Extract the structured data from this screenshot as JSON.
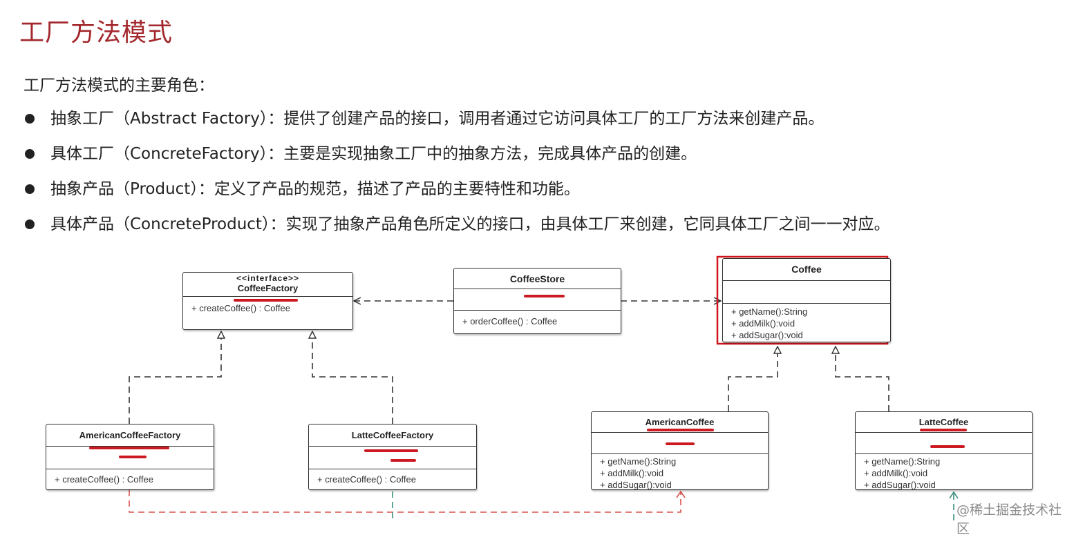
{
  "page": {
    "title": "工厂方法模式",
    "intro": "工厂方法模式的主要角色：",
    "roles": [
      {
        "text": "抽象工厂（Abstract Factory）：提供了创建产品的接口，调用者通过它访问具体工厂的工厂方法来创建产品。"
      },
      {
        "text": "具体工厂（ConcreteFactory）：主要是实现抽象工厂中的抽象方法，完成具体产品的创建。"
      },
      {
        "text": "抽象产品（Product）：定义了产品的规范，描述了产品的主要特性和功能。"
      },
      {
        "text": "具体产品（ConcreteProduct）：实现了抽象产品角色所定义的接口，由具体工厂来创建，它同具体工厂之间一一对应。"
      }
    ]
  },
  "diagram": {
    "coffee_factory": {
      "stereotype": "<<interface>>",
      "name": "CoffeeFactory",
      "ops": [
        "+ createCoffee() : Coffee"
      ]
    },
    "coffee_store": {
      "name": "CoffeeStore",
      "ops": [
        "+ orderCoffee() : Coffee"
      ]
    },
    "coffee": {
      "name": "Coffee",
      "ops": [
        "+ getName():String",
        "+ addMilk():void",
        "+ addSugar():void"
      ]
    },
    "american_coffee_factory": {
      "name": "AmericanCoffeeFactory",
      "ops": [
        "+ createCoffee() : Coffee"
      ]
    },
    "latte_coffee_factory": {
      "name": "LatteCoffeeFactory",
      "ops": [
        "+ createCoffee() : Coffee"
      ]
    },
    "american_coffee": {
      "name": "AmericanCoffee",
      "ops": [
        "+ getName():String",
        "+ addMilk():void",
        "+ addSugar():void"
      ]
    },
    "latte_coffee": {
      "name": "LatteCoffee",
      "ops": [
        "+ getName():String",
        "+ addMilk():void",
        "+ addSugar():void"
      ]
    }
  },
  "colors": {
    "title": "#a3282d",
    "annotation_red": "#cc1a22",
    "link_red": "#d9534f",
    "link_green": "#3a8f7d"
  },
  "watermark": "@稀土掘金技术社区"
}
